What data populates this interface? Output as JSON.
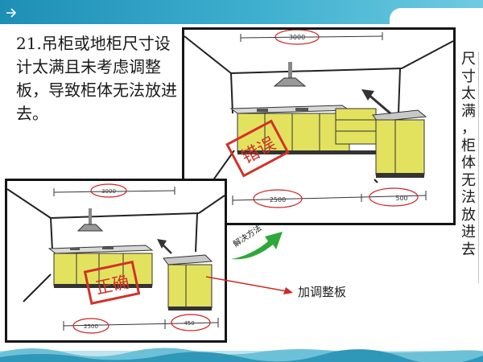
{
  "slide": {
    "title": "21.吊柜或地柜尺寸设计太满且未考虑调整板，导致柜体无法放进去。",
    "side_label_chars": [
      "尺",
      "寸",
      "太",
      "满",
      "，",
      "柜",
      "体",
      "无",
      "法",
      "放",
      "进",
      "去"
    ],
    "solution_label": "解决方法",
    "annotation_label": "加调整板"
  },
  "photo_wrong": {
    "stamp": "错误",
    "dim_top": "3000",
    "dim_bottom_left": "2500",
    "dim_bottom_right": "500"
  },
  "photo_correct": {
    "stamp": "正确",
    "dim_top": "3000",
    "dim_bottom_left": "2500",
    "dim_bottom_right": "450"
  },
  "colors": {
    "banner": "#2a9fc4",
    "stamp_red": "#d23228",
    "cabinet_yellow": "#e3e25f",
    "arrow_green": "#2fa83a",
    "annotation_red": "#cc2a22"
  },
  "icons": {
    "nav": "chevron-right-icon"
  }
}
